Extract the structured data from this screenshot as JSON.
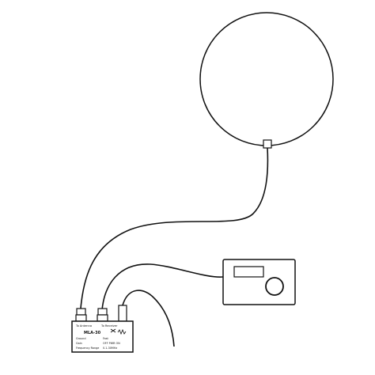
{
  "diagram": {
    "components": {
      "loop_antenna": {
        "icon": "loop-antenna"
      },
      "receiver": {
        "icon": "radio-receiver"
      },
      "control_box": {
        "icon": "amplifier-box",
        "labels": {
          "top_left": "To Antenna",
          "top_right": "To Receiver",
          "model": "MLA-30",
          "row1_left": "Ground",
          "row1_right": "Fast",
          "row2_left": "Gain",
          "row2_right": "OFF PWR ON",
          "row3_left": "Frequency Range",
          "row3_right": "0.1-30MHz"
        }
      }
    }
  }
}
